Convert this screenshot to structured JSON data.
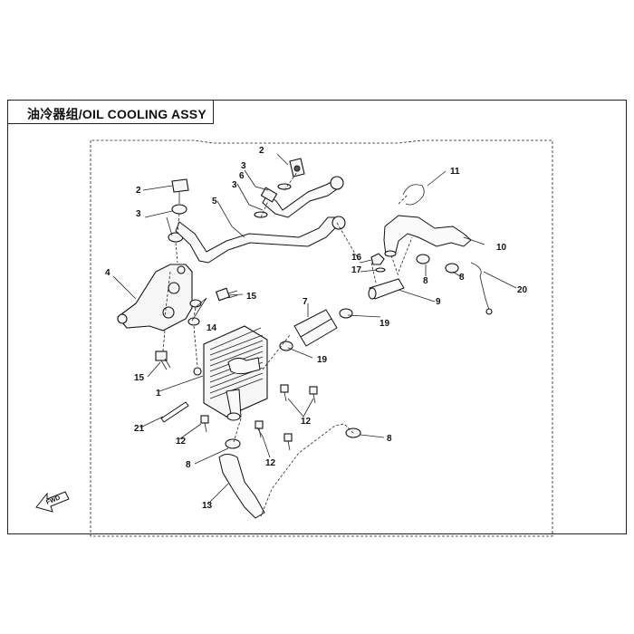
{
  "title": "油冷器组/OIL COOLING ASSY",
  "fwd_label": "FWD",
  "callouts": {
    "c1": "1",
    "c2a": "2",
    "c2b": "2",
    "c3a": "3",
    "c3b": "3",
    "c3c": "3",
    "c4": "4",
    "c5": "5",
    "c6": "6",
    "c7": "7",
    "c8a": "8",
    "c8b": "8",
    "c8c": "8",
    "c8d": "8",
    "c9": "9",
    "c10": "10",
    "c11": "11",
    "c12a": "12",
    "c12b": "12",
    "c12c": "12",
    "c13": "13",
    "c14": "14",
    "c15a": "15",
    "c15b": "15",
    "c16": "16",
    "c17": "17",
    "c19a": "19",
    "c19b": "19",
    "c20": "20",
    "c21": "21"
  }
}
